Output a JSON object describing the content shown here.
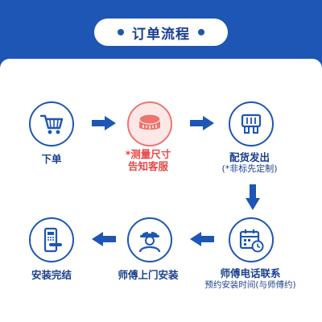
{
  "title": "订单流程",
  "colors": {
    "primary": "#1d56b4",
    "highlight": "#e84747",
    "text": "#1a3f8f"
  },
  "steps": [
    {
      "label": "下单",
      "icon": "shopping-cart-icon"
    },
    {
      "label_line1": "*测量尺寸",
      "label_line2": "告知客服",
      "icon": "measuring-tape-icon"
    },
    {
      "label": "配货发出",
      "note": "(*非标先定制)",
      "icon": "package-icon"
    },
    {
      "label": "师傅电话联系",
      "note": "预约安装时间(与师傅约)",
      "icon": "calendar-clock-icon"
    },
    {
      "label": "师傅上门安装",
      "icon": "worker-icon"
    },
    {
      "label": "安装完结",
      "icon": "smart-lock-icon"
    }
  ]
}
